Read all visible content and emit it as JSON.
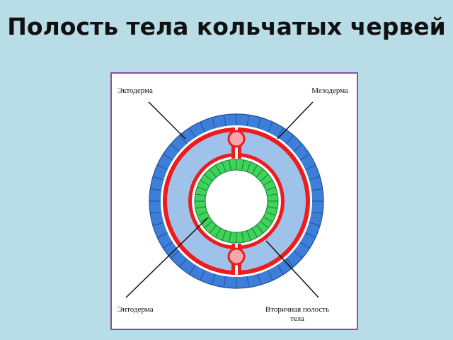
{
  "slide": {
    "title": "Полость тела кольчатых червей"
  },
  "diagram": {
    "labels": {
      "ectoderm": "Эктодерма",
      "mesoderm": "Мезодерма",
      "endoderm": "Энтодерма",
      "coelom_line1": "Вторичная полость",
      "coelom_line2": "тела"
    },
    "colors": {
      "ectoderm": "#3d7fd8",
      "mesoderm": "#ee1c1c",
      "coelom": "#9fc2ea",
      "endoderm": "#3fd35b",
      "mesentery_node": "#f7a6ae",
      "frame": "#8e4e9e"
    }
  }
}
